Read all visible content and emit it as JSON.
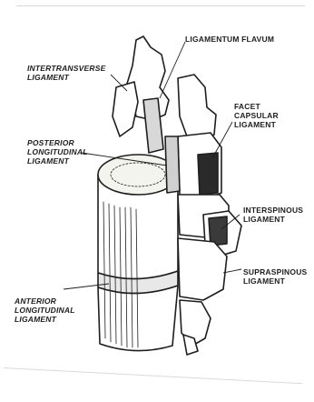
{
  "labels": {
    "ligamentum_flavum": "LIGAMENTUM FLAVUM",
    "intertransverse": "INTERTRANSVERSE\nLIGAMENT",
    "facet_capsular": "FACET\nCAPSULAR\nLIGAMENT",
    "posterior_longitudinal": "POSTERIOR\nLONGITUDINAL\nLIGAMENT",
    "interspinous": "INTERSPINOUS\nLIGAMENT",
    "supraspinous": "SUPRASPINOUS\nLIGAMENT",
    "anterior_longitudinal": "ANTERIOR\nLONGITUDINAL\nLIGAMENT"
  }
}
